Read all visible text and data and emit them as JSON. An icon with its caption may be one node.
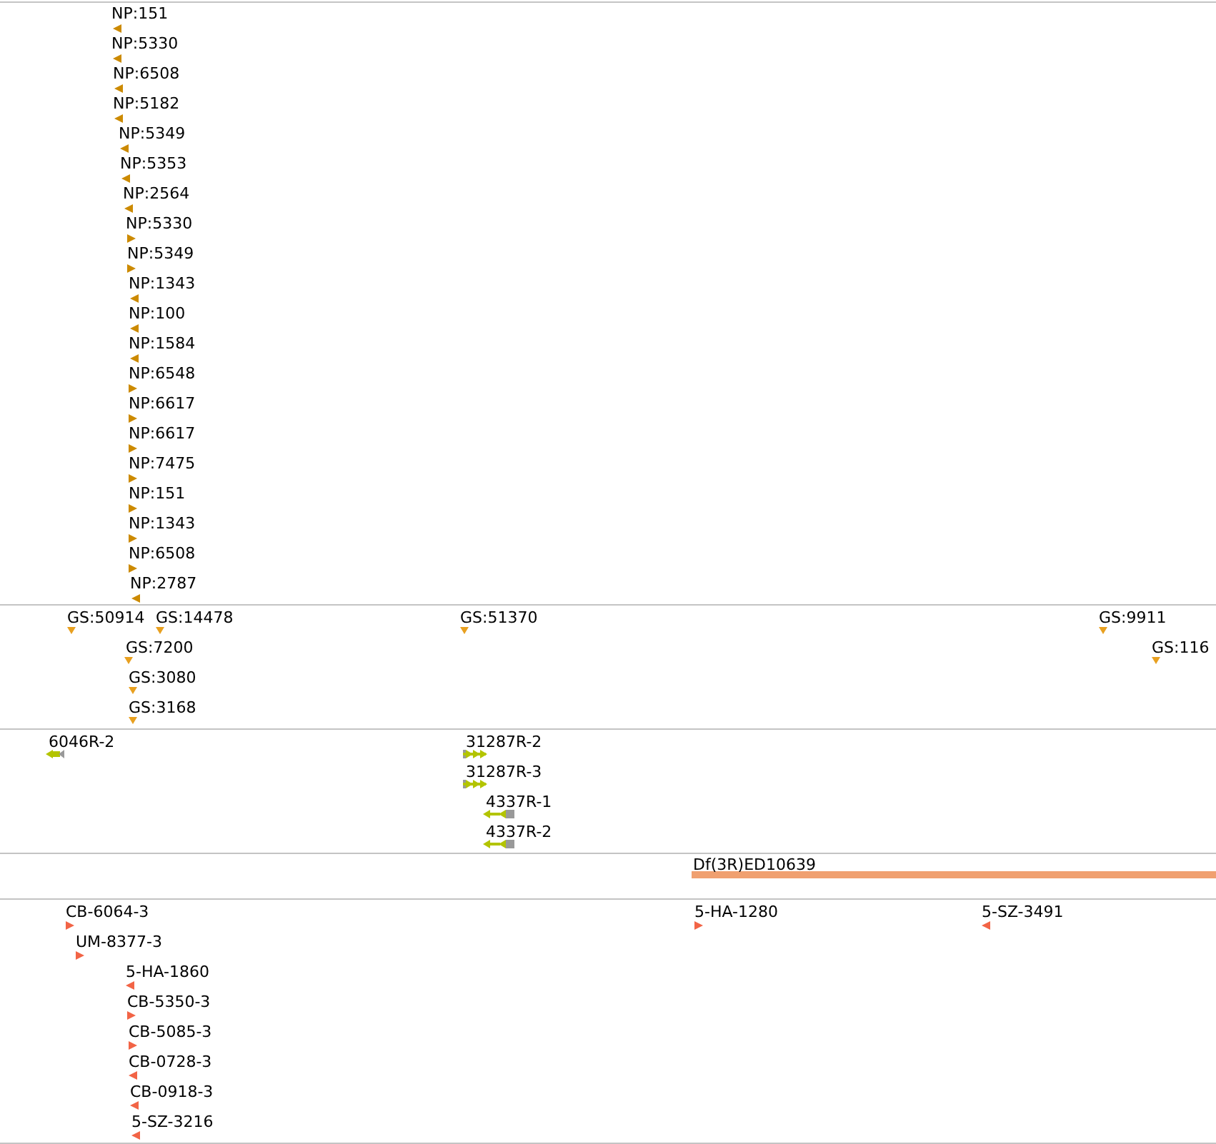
{
  "diagram": {
    "labels": [
      "NP:151",
      "NP:5330",
      "NP:6508",
      "NP:5182",
      "NP:5349",
      "NP:5353",
      "NP:2564",
      "NP:5330",
      "NP:5349",
      "NP:1343",
      "NP:100",
      "NP:1584",
      "NP:6548",
      "NP:6617",
      "NP:6617",
      "NP:7475",
      "NP:151",
      "NP:1343",
      "NP:6508",
      "NP:2787",
      "GS:50914",
      "GS:14478",
      "GS:51370",
      "GS:9911",
      "GS:7200",
      "GS:116",
      "GS:3080",
      "GS:3168",
      "6046R-2",
      "31287R-2",
      "31287R-3",
      "4337R-1",
      "4337R-2",
      "Df(3R)ED10639",
      "CB-6064-3",
      "5-HA-1280",
      "5-SZ-3491",
      "UM-8377-3",
      "5-HA-1860",
      "CB-5350-3",
      "CB-5085-3",
      "CB-0728-3",
      "CB-0918-3",
      "5-SZ-3216"
    ]
  }
}
